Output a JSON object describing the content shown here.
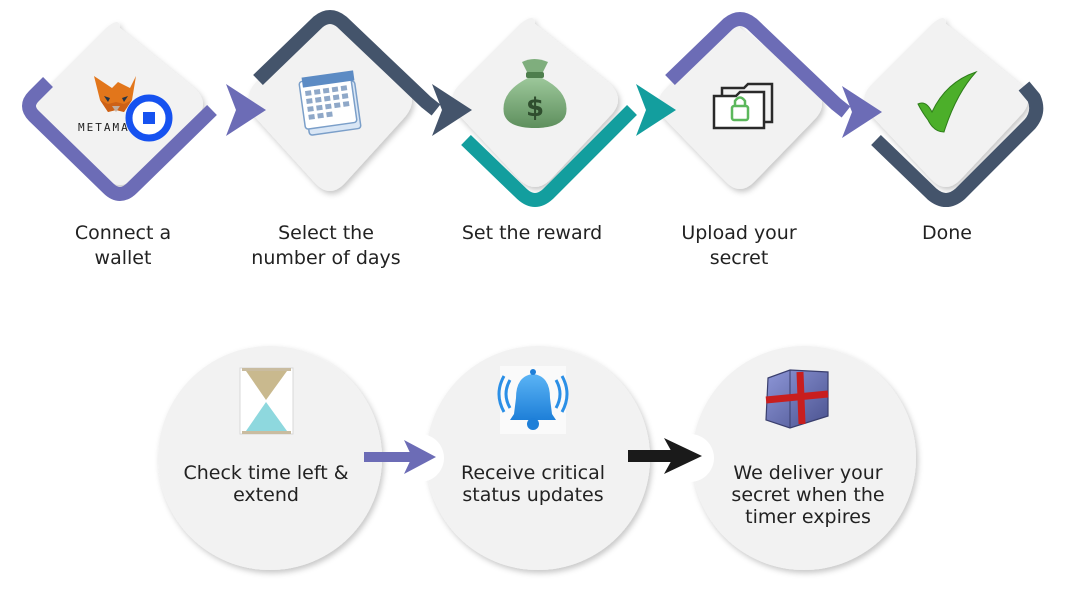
{
  "steps": [
    {
      "label": "Connect a\nwallet",
      "icon": "metamask-icon",
      "logo_text": "METAMASK"
    },
    {
      "label": "Select the\nnumber of days",
      "icon": "calendar-icon"
    },
    {
      "label": "Set the reward",
      "icon": "money-bag-icon"
    },
    {
      "label": "Upload your\nsecret",
      "icon": "lock-folder-icon"
    },
    {
      "label": "Done",
      "icon": "checkmark-icon"
    }
  ],
  "features": [
    {
      "label": "Check time left  &\nextend",
      "icon": "hourglass-icon"
    },
    {
      "label": "Receive critical\nstatus updates",
      "icon": "bell-icon"
    },
    {
      "label": "We deliver your\nsecret when the\ntimer expires",
      "icon": "gift-folder-icon"
    }
  ],
  "colors": {
    "purple": "#6C6CB6",
    "navy": "#44546B",
    "teal": "#139E9E",
    "green": "#4CAF2A",
    "card": "#F2F2F2",
    "black": "#1A1A1A"
  }
}
